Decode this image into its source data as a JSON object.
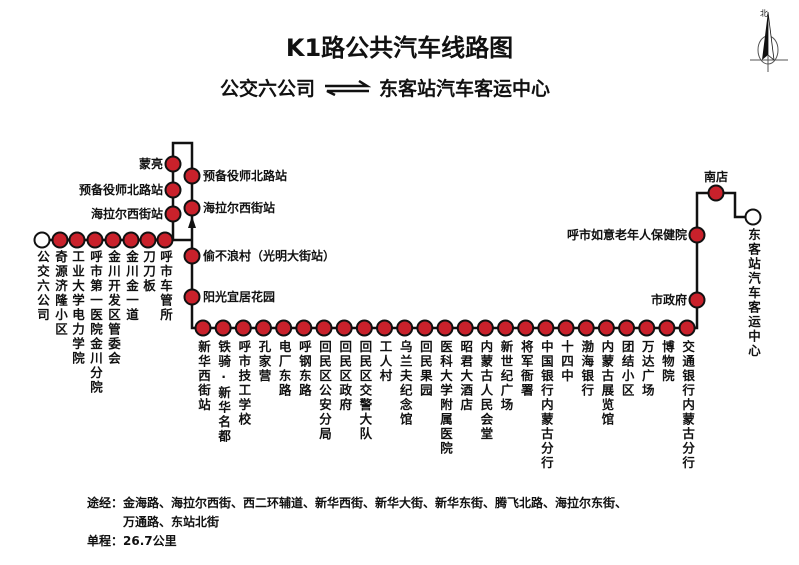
{
  "title": "K1路公共汽车线路图",
  "direction": {
    "from": "公交六公司",
    "to": "东客站汽车客运中心",
    "arrow_icon": "two-way-arrows-icon"
  },
  "compass": {
    "label": "北"
  },
  "colors": {
    "station_fill": "#c9212b",
    "line": "#111111",
    "terminal_fill": "#ffffff"
  },
  "stations": {
    "west": [
      "公交六公司",
      "奇源济隆小区",
      "工业大学电力学院",
      "呼市第一医院金川分院",
      "金川开发区管委会",
      "金川金一道",
      "刀刀板",
      "呼市车管所"
    ],
    "loop_left": [
      "蒙亮",
      "预备役师北路站",
      "海拉尔西街站"
    ],
    "loop_right": [
      "预备役师北路站",
      "海拉尔西街站"
    ],
    "north_south": [
      "偷不浪村（光明大街站）",
      "阳光宜居花园"
    ],
    "main": [
      "新华西街站",
      "铁骑·新华名都",
      "呼市技工学校",
      "孔家营",
      "电厂东路",
      "呼钢东路",
      "回民区公安分局",
      "回民区政府",
      "回民区交警大队",
      "工人村",
      "乌兰夫纪念馆",
      "回民果园",
      "医科大学附属医院",
      "昭君大酒店",
      "内蒙古人民会堂",
      "新世纪广场",
      "将军衙署",
      "中国银行内蒙古分行",
      "十四中",
      "渤海银行",
      "内蒙古展览馆",
      "团结小区",
      "万达广场",
      "博物院",
      "交通银行内蒙古分行"
    ],
    "east": [
      "市政府",
      "呼市如意老年人保健院",
      "南店",
      "东客站汽车客运中心"
    ]
  },
  "route_info": {
    "via_label": "途经：",
    "via_line1": "金海路、海拉尔西街、西二环辅道、新华西街、新华大街、新华东街、腾飞北路、海拉尔东街、",
    "via_line2": "万通路、东站北街",
    "distance_label": "单程：",
    "distance": "26.7公里"
  }
}
